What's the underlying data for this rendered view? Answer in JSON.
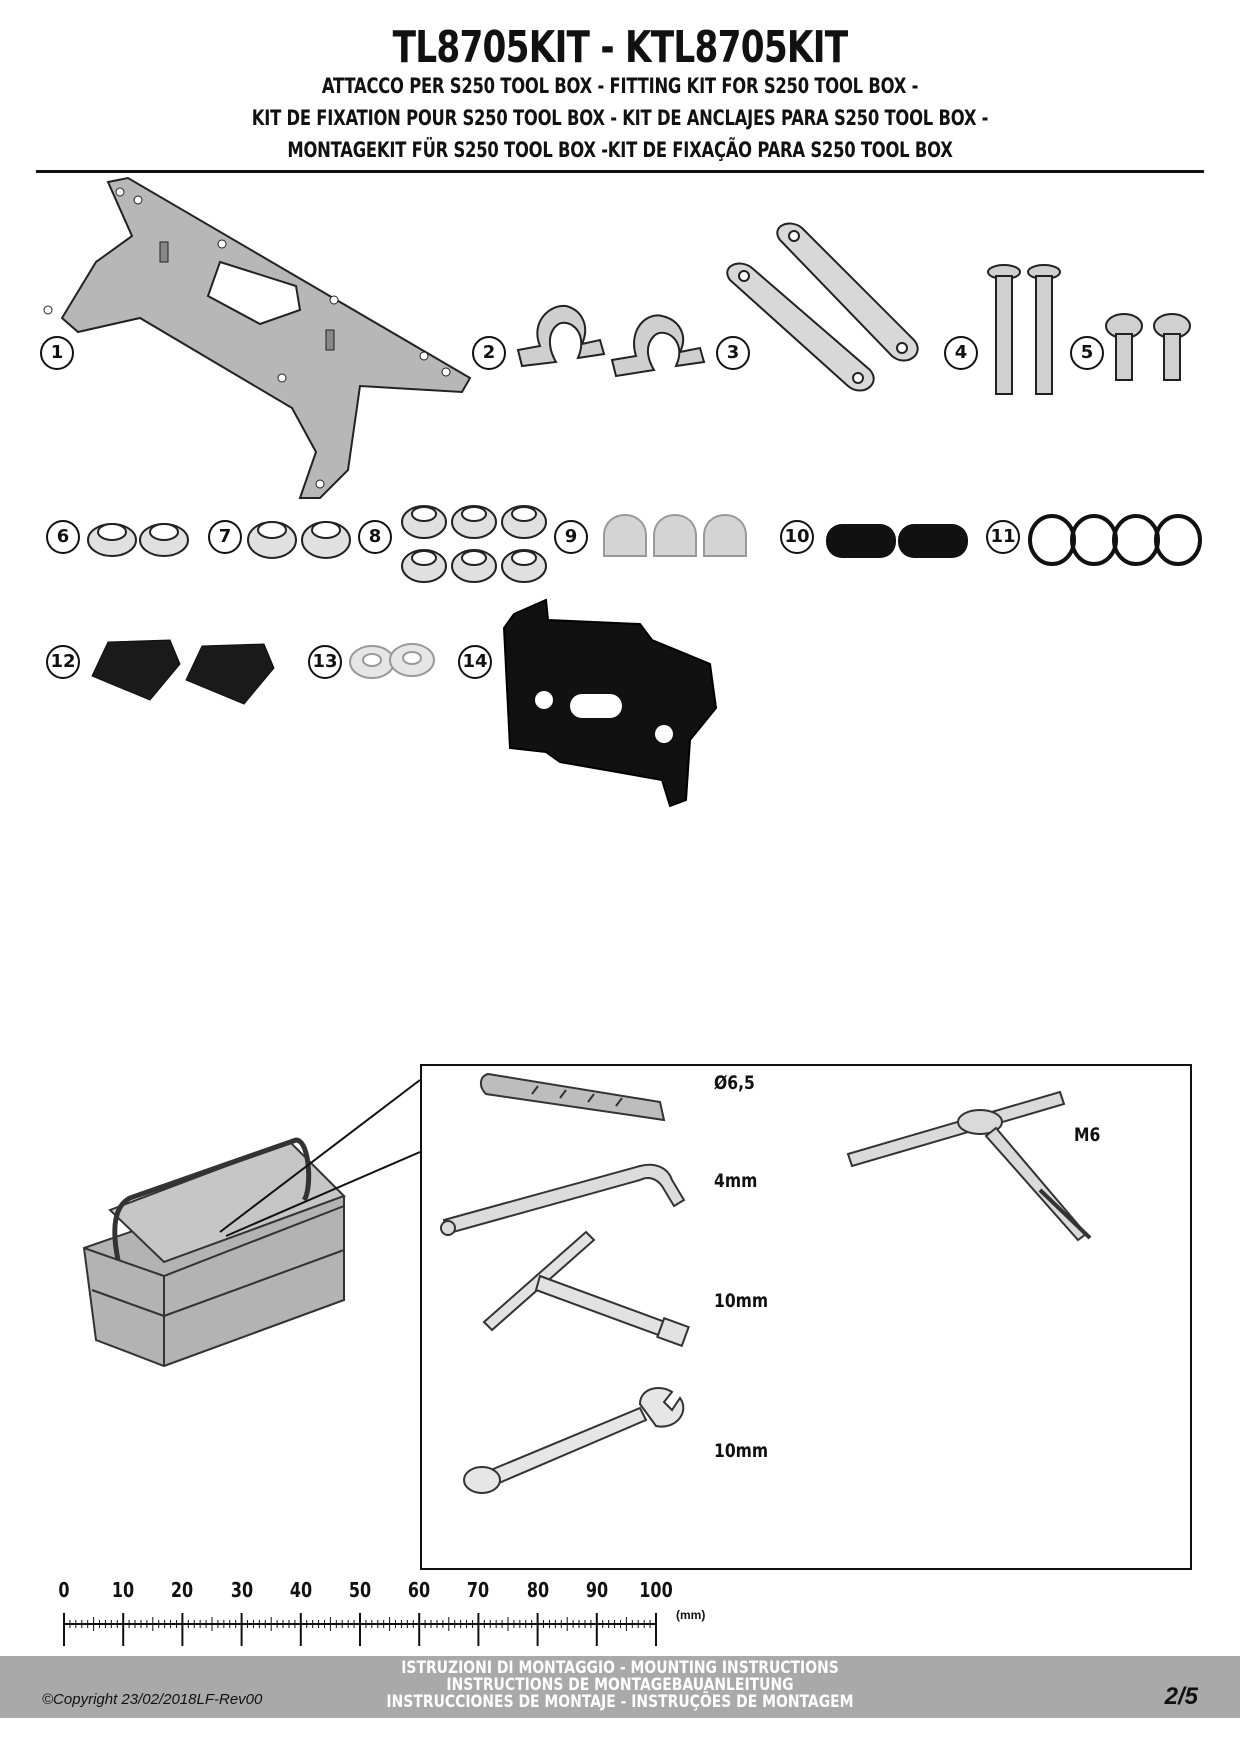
{
  "header": {
    "title": "TL8705KIT - KTL8705KIT",
    "lines": [
      "ATTACCO  PER S250 TOOL BOX - FITTING KIT FOR S250 TOOL BOX -",
      "KIT DE FIXATION POUR S250 TOOL BOX - KIT DE ANCLAJES PARA S250 TOOL BOX -",
      "MONTAGEKIT FÜR S250 TOOL BOX -KIT DE FIXAÇÃO PARA S250 TOOL BOX"
    ]
  },
  "parts": [
    "1",
    "2",
    "3",
    "4",
    "5",
    "6",
    "7",
    "8",
    "9",
    "10",
    "11",
    "12",
    "13",
    "14"
  ],
  "tools": {
    "drill_bit": "Ø6,5",
    "allen_key": "4mm",
    "t_wrench": "10mm",
    "combination_wrench": "10mm",
    "tap_wrench": "M6"
  },
  "ruler": {
    "labels": [
      "0",
      "10",
      "20",
      "30",
      "40",
      "50",
      "60",
      "70",
      "80",
      "90",
      "100"
    ],
    "unit": "(mm)"
  },
  "footer": {
    "lines": [
      "ISTRUZIONI DI MONTAGGIO  -  MOUNTING INSTRUCTIONS",
      "INSTRUCTIONS DE MONTAGEBAUANLEITUNG",
      "INSTRUCCIONES DE MONTAJE - INSTRUÇÕES DE MONTAGEM"
    ],
    "copyright": "©Copyright 23/02/2018LF-Rev00",
    "page": "2/5"
  }
}
